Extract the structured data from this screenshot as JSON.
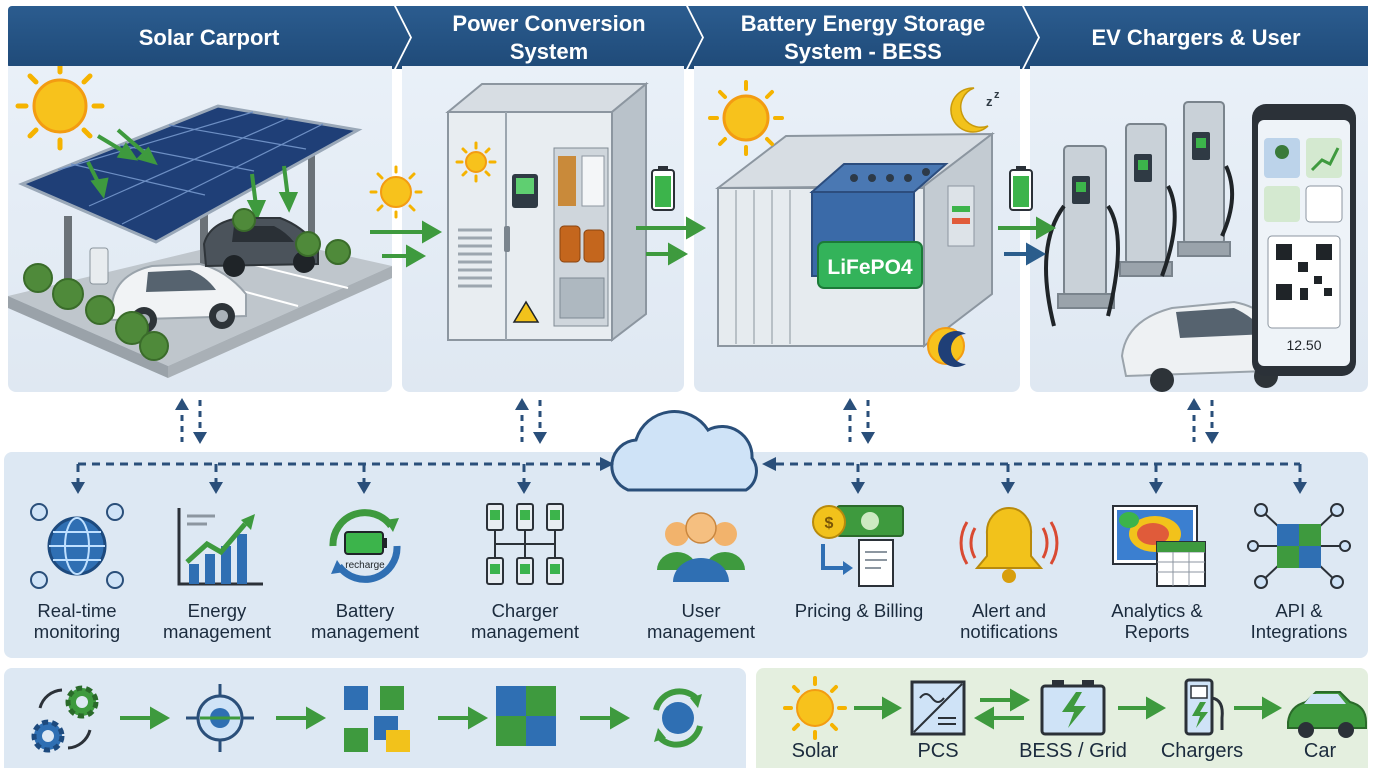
{
  "header": {
    "stages": [
      {
        "title": "Solar Carport"
      },
      {
        "title": "Power Conversion\nSystem"
      },
      {
        "title": "Battery Energy Storage\nSystem - BESS"
      },
      {
        "title": "EV Chargers & User"
      }
    ]
  },
  "bess": {
    "battery_label": "LiFePO4"
  },
  "app": {
    "amount": "12.50"
  },
  "platform": {
    "features": [
      {
        "label": "Real-time\nmonitoring",
        "icon": "globe-network-icon"
      },
      {
        "label": "Energy\nmanagement",
        "icon": "growth-chart-icon"
      },
      {
        "label": "Battery\nmanagement",
        "icon": "battery-recharge-icon"
      },
      {
        "label": "Charger\nmanagement",
        "icon": "charger-network-icon"
      },
      {
        "label": "User\nmanagement",
        "icon": "users-icon"
      },
      {
        "label": "Pricing & Billing",
        "icon": "money-invoice-icon"
      },
      {
        "label": "Alert and\nnotifications",
        "icon": "bell-icon"
      },
      {
        "label": "Analytics & Reports",
        "icon": "heatmap-report-icon"
      },
      {
        "label": "API &\nIntegrations",
        "icon": "puzzle-network-icon"
      }
    ],
    "recharge_text": "recharge"
  },
  "flow": {
    "labels": [
      "Solar",
      "PCS",
      "BESS / Grid",
      "Chargers",
      "Car"
    ]
  },
  "colors": {
    "header": "#244f7e",
    "arrow_green": "#3e9a3e",
    "dash_blue": "#2a4f7a",
    "panel": "#e6eef7",
    "flow_panel": "#e4efdf"
  }
}
